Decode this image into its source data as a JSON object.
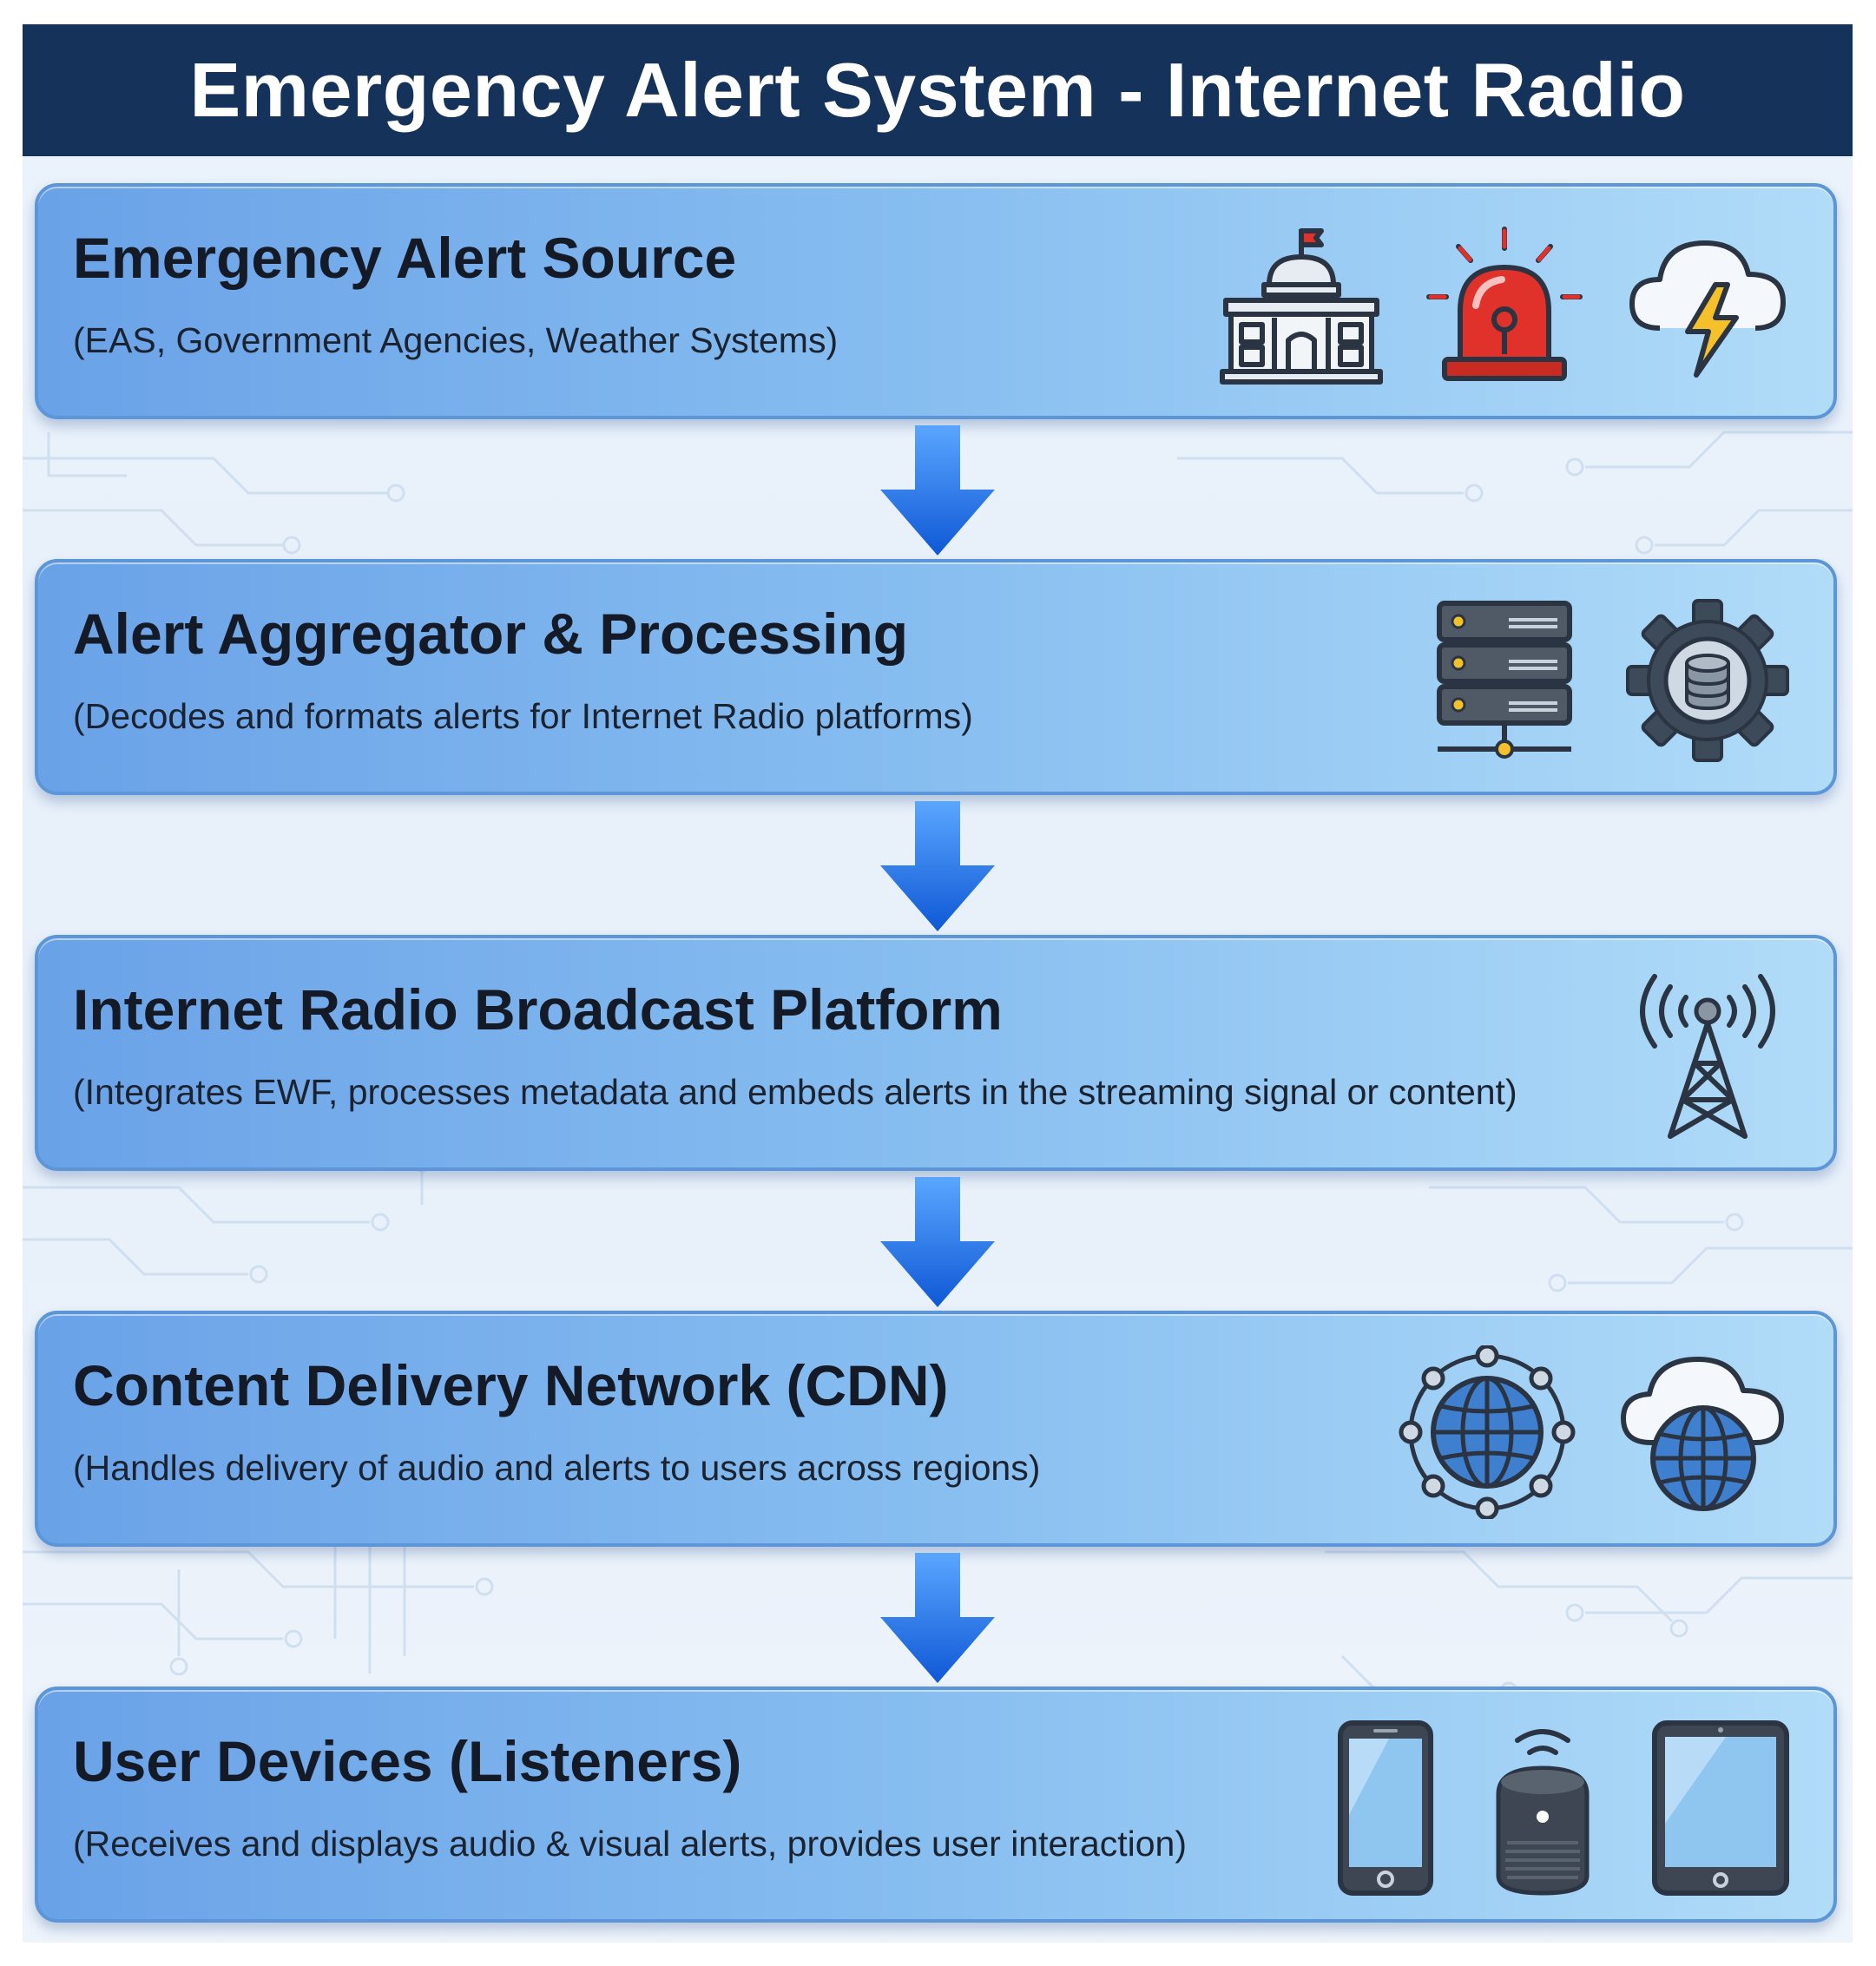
{
  "header": {
    "title": "Emergency Alert System - Internet Radio"
  },
  "stages": [
    {
      "title": "Emergency Alert Source",
      "description": "(EAS, Government Agencies, Weather Systems)",
      "icons": [
        "government-building-icon",
        "emergency-siren-icon",
        "storm-cloud-lightning-icon"
      ]
    },
    {
      "title": "Alert Aggregator & Processing",
      "description": "(Decodes and formats alerts for Internet Radio platforms)",
      "icons": [
        "server-rack-icon",
        "gear-database-icon"
      ]
    },
    {
      "title": "Internet Radio Broadcast Platform",
      "description": "(Integrates EWF, processes metadata and embeds alerts in the streaming signal or content)",
      "icons": [
        "broadcast-tower-icon"
      ]
    },
    {
      "title": "Content Delivery Network (CDN)",
      "description": "(Handles delivery of audio and alerts to users across regions)",
      "icons": [
        "network-globe-icon",
        "cloud-globe-icon"
      ]
    },
    {
      "title": "User Devices (Listeners)",
      "description": "(Receives and displays audio & visual alerts, provides user interaction)",
      "icons": [
        "smartphone-icon",
        "smart-speaker-icon",
        "tablet-icon"
      ]
    }
  ],
  "colors": {
    "header_bg": "#14325a",
    "box_left": "#6aa2e8",
    "box_right": "#b1dcf8",
    "arrow": "#1f6fe0",
    "icon_stroke": "#2a3442",
    "siren_red": "#e0322a",
    "bolt_yellow": "#f5c02a",
    "globe_blue": "#3f7fcf"
  }
}
